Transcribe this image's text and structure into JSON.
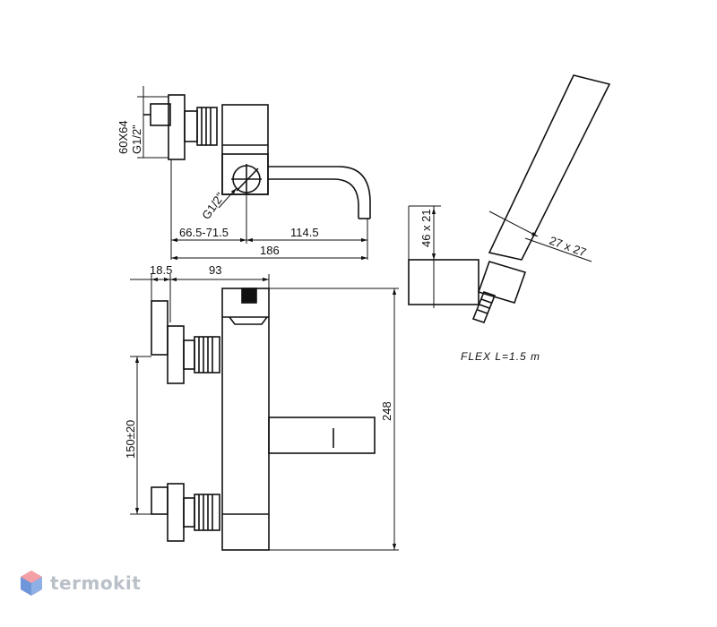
{
  "top_view": {
    "dim_body": "60X64",
    "dim_thread": "G1/2\"",
    "dim_eccentric_thread": "G1/2\"",
    "dim_eccentric": "66.5-71.5",
    "dim_spout": "114.5",
    "dim_total_width": "186"
  },
  "front_view": {
    "dim_handle": "18.5",
    "dim_body_depth": "93",
    "dim_centers": "150±20",
    "dim_height": "248"
  },
  "hand_shower": {
    "dim_head": "46 x 21",
    "dim_holder": "27 x 27",
    "hose_note": "FLEX L=1.5 m"
  },
  "watermark": {
    "brand": "termokit"
  }
}
